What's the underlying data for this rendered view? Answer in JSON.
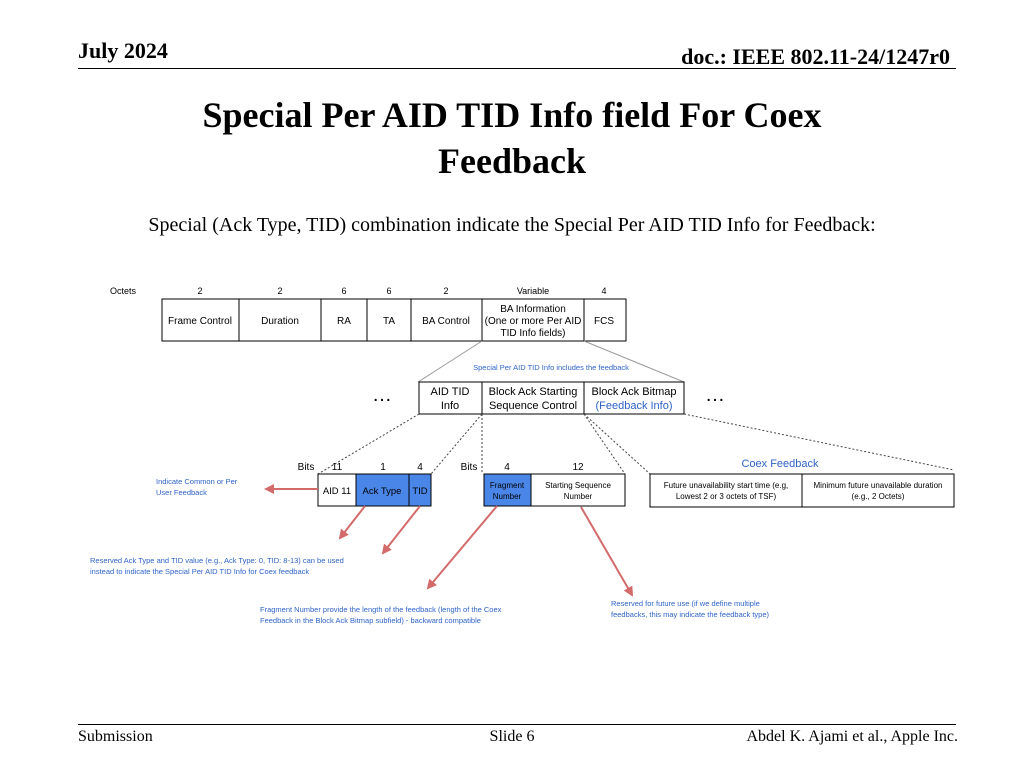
{
  "header": {
    "date": "July  2024",
    "doc": "doc.: IEEE 802.11-24/1247r0"
  },
  "title": {
    "line1": "Special Per AID TID Info field For Coex",
    "line2": "Feedback"
  },
  "subtitle": "Special (Ack Type, TID) combination indicate the Special Per AID TID Info for Feedback:",
  "frame": {
    "octets_label": "Octets",
    "octets": [
      "2",
      "2",
      "6",
      "6",
      "2",
      "Variable",
      "4"
    ],
    "fields": [
      {
        "lines": [
          "Frame Control"
        ]
      },
      {
        "lines": [
          "Duration"
        ]
      },
      {
        "lines": [
          "RA"
        ]
      },
      {
        "lines": [
          "TA"
        ]
      },
      {
        "lines": [
          "BA Control"
        ]
      },
      {
        "lines": [
          "BA Information",
          "(One or more Per AID",
          "TID Info fields)"
        ]
      },
      {
        "lines": [
          "FCS"
        ]
      }
    ]
  },
  "per_aid": {
    "note": "Special Per AID TID Info includes the feedback",
    "ellipsis": "…",
    "fields": [
      {
        "lines": [
          "AID TID",
          "Info"
        ]
      },
      {
        "lines": [
          "Block Ack Starting",
          "Sequence Control"
        ]
      },
      {
        "line1": "Block Ack Bitmap",
        "line2": "(Feedback Info)"
      }
    ]
  },
  "aid_tid": {
    "bits_label": "Bits",
    "bits": [
      "11",
      "1",
      "4"
    ],
    "fields": [
      "AID 11",
      "Ack Type",
      "TID"
    ]
  },
  "ssc": {
    "bits_label": "Bits",
    "bits": [
      "4",
      "12"
    ],
    "fields": [
      {
        "lines": [
          "Fragment",
          "Number"
        ]
      },
      {
        "lines": [
          "Starting Sequence",
          "Number"
        ]
      }
    ]
  },
  "coex": {
    "label": "Coex Feedback",
    "fields": [
      {
        "lines": [
          "Future unavailability start time (e.g,",
          "Lowest 2 or 3 octets of TSF)"
        ]
      },
      {
        "lines": [
          "Minimum future unavailable duration",
          "(e.g., 2 Octets)"
        ]
      }
    ]
  },
  "notes": {
    "common_user": [
      "Indicate Common or Per",
      "User Feedback"
    ],
    "reserved_ack": [
      "Reserved Ack Type and TID value (e.g., Ack Type: 0, TID: 8-13) can be used",
      "instead to indicate the Special Per AID TID Info for Coex feedback"
    ],
    "fragment": [
      "Fragment Number provide the length of the feedback (length of the Coex",
      "Feedback in the Block Ack Bitmap subfield) - backward compatible"
    ],
    "future_use": [
      "Reserved for future use (if we define multiple",
      "feedbacks, this may indicate the feedback type)"
    ]
  },
  "colors": {
    "highlight": "#4a86e8",
    "note_blue": "#2f63c9",
    "arrow_red": "#d36b6b"
  },
  "footer": {
    "left": "Submission",
    "center": "Slide 6",
    "right": "Abdel K. Ajami et al., Apple Inc."
  }
}
